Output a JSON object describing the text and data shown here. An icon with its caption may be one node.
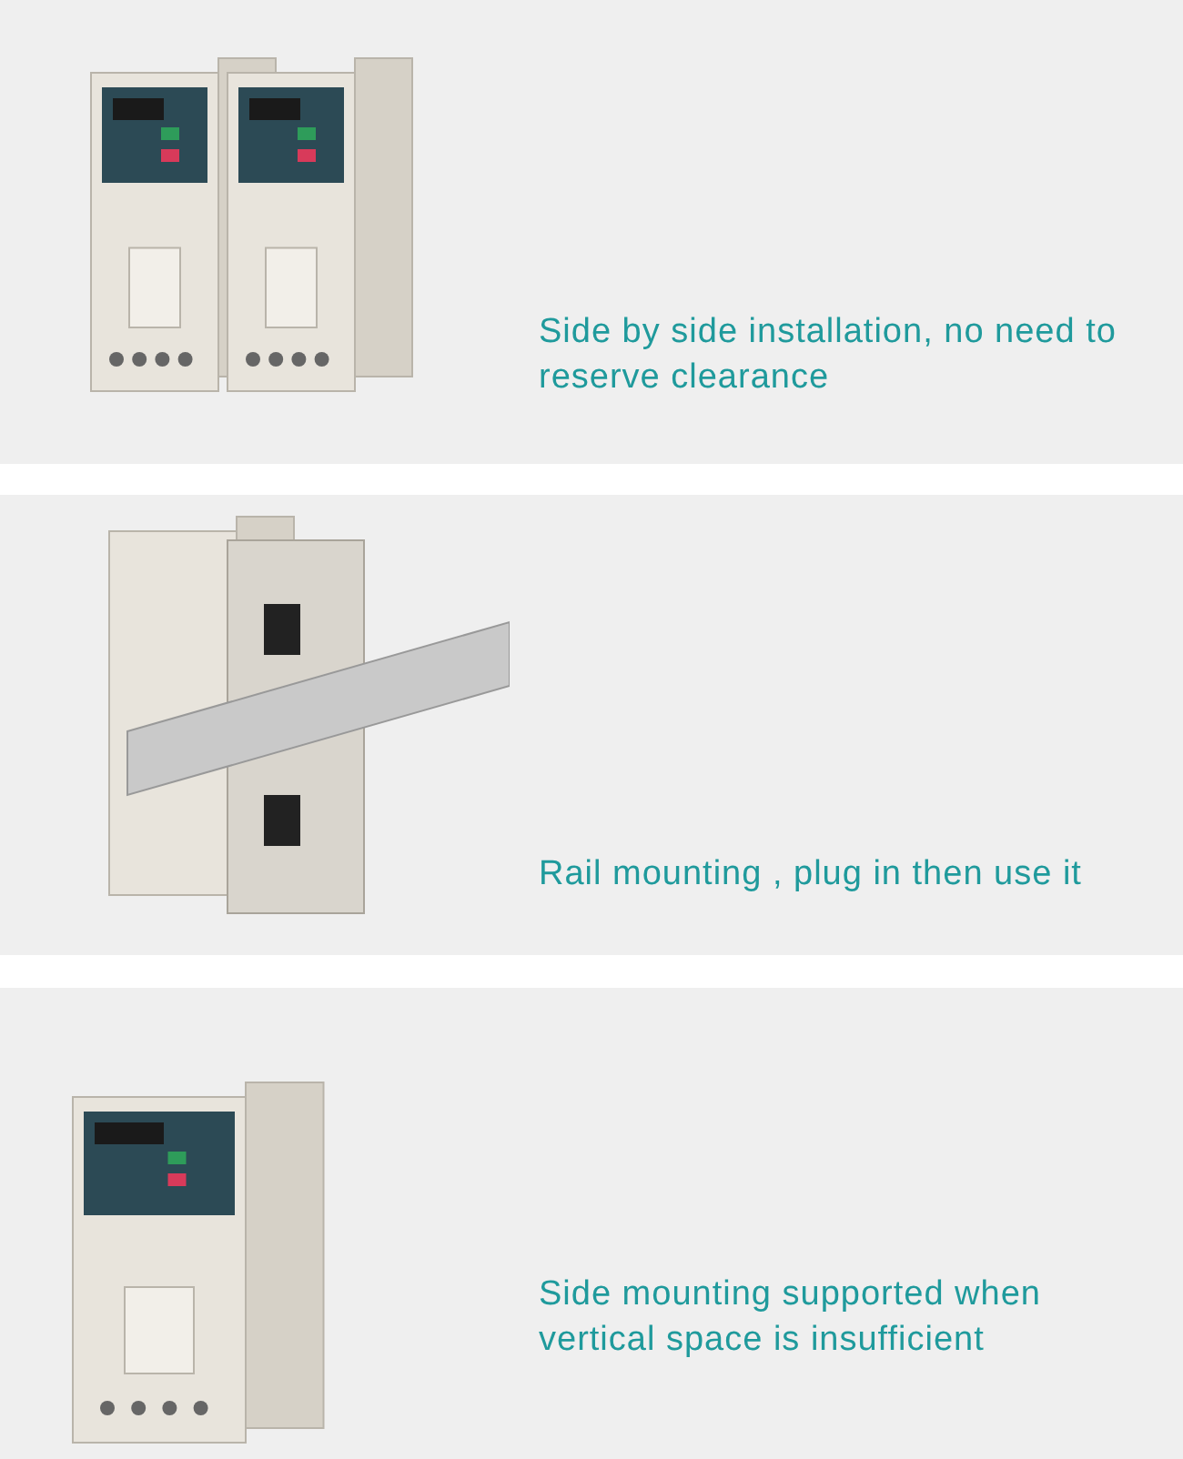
{
  "diagram": {
    "labels": [
      "Side by side installation, no need to reserve clearance",
      "Rail mounting , plug in then use it",
      "Side mounting supported when vertical space is insufficient"
    ]
  }
}
